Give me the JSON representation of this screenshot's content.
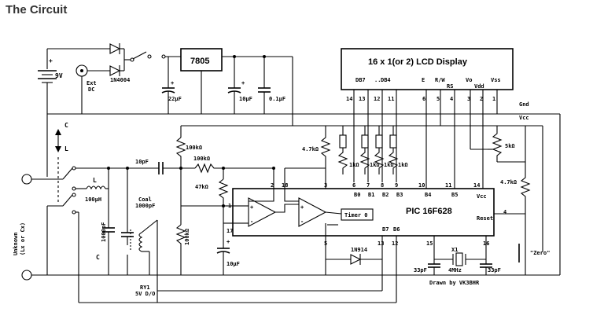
{
  "page_title": "The Circuit",
  "lcd": {
    "title": "16 x 1(or 2) LCD Display",
    "pins": [
      "14",
      "13",
      "12",
      "11",
      "6",
      "5",
      "4",
      "3",
      "2",
      "1"
    ],
    "pin_names": {
      "db7": "DB7",
      "dots": "..",
      "db4": "DB4",
      "e": "E",
      "rw": "R/W",
      "rs": "RS",
      "vo": "Vo",
      "vdd": "Vdd",
      "vss": "Vss"
    }
  },
  "power": {
    "battery": "9V",
    "ext_dc": "Ext\nDC",
    "ext_dc_1": "Ext",
    "ext_dc_2": "DC",
    "diode": "1N4004",
    "regulator": "7805",
    "c_22uf": "22µF",
    "c_10uf": "10µF",
    "c_01uf": "0.1µF",
    "plus": "+"
  },
  "rails": {
    "gnd": "Gnd",
    "vcc": "Vcc"
  },
  "input": {
    "c_label": "C",
    "l_label": "L",
    "inductor": "L",
    "inductor_val": "100µH",
    "c_label2": "C",
    "c_1000pf": "1000pF",
    "coal_1": "Coal",
    "coal_2": "1000pF",
    "relay_1": "RY1",
    "relay_2": "5V D/O",
    "unknown_1": "Unknown",
    "unknown_2": "(Lx or Cx)"
  },
  "analog": {
    "c_10pf": "10pF",
    "r_100k_1": "100kΩ",
    "r_100k_2": "100kΩ",
    "r_47k": "47kΩ",
    "r_100k_3": "100kΩ",
    "c_10uf_2": "10µF",
    "r_4k7": "4.7kΩ"
  },
  "pic": {
    "name": "PIC 16F628",
    "timer": "Timer 0",
    "reset": "Reset",
    "vcc": "Vcc",
    "pins": {
      "p2": "2",
      "p18": "18",
      "p3": "3",
      "p10": "10",
      "p11": "11",
      "p14": "14",
      "p1": "1",
      "p17": "17",
      "p4": "4",
      "p5": "5",
      "p13": "13",
      "p12": "12",
      "p15": "15",
      "p16": "16",
      "p6": "6",
      "p7": "7",
      "p8": "8",
      "p9": "9"
    },
    "port_labels": {
      "b0": "B0",
      "b1": "B1",
      "b2": "B2",
      "b3": "B3",
      "b4": "B4",
      "b5": "B5",
      "b7": "B7",
      "b6": "B6"
    }
  },
  "extras": {
    "r_1k": "1kΩ",
    "pot_5k": "5kΩ",
    "r_4k7_2": "4.7kΩ",
    "diode_2": "1N914",
    "crystal_1": "X1",
    "crystal_2": "4MHz",
    "c_33pf": "33pF",
    "zero_button": "\"Zero\"",
    "credit": "Drawn by VK3BHR"
  }
}
